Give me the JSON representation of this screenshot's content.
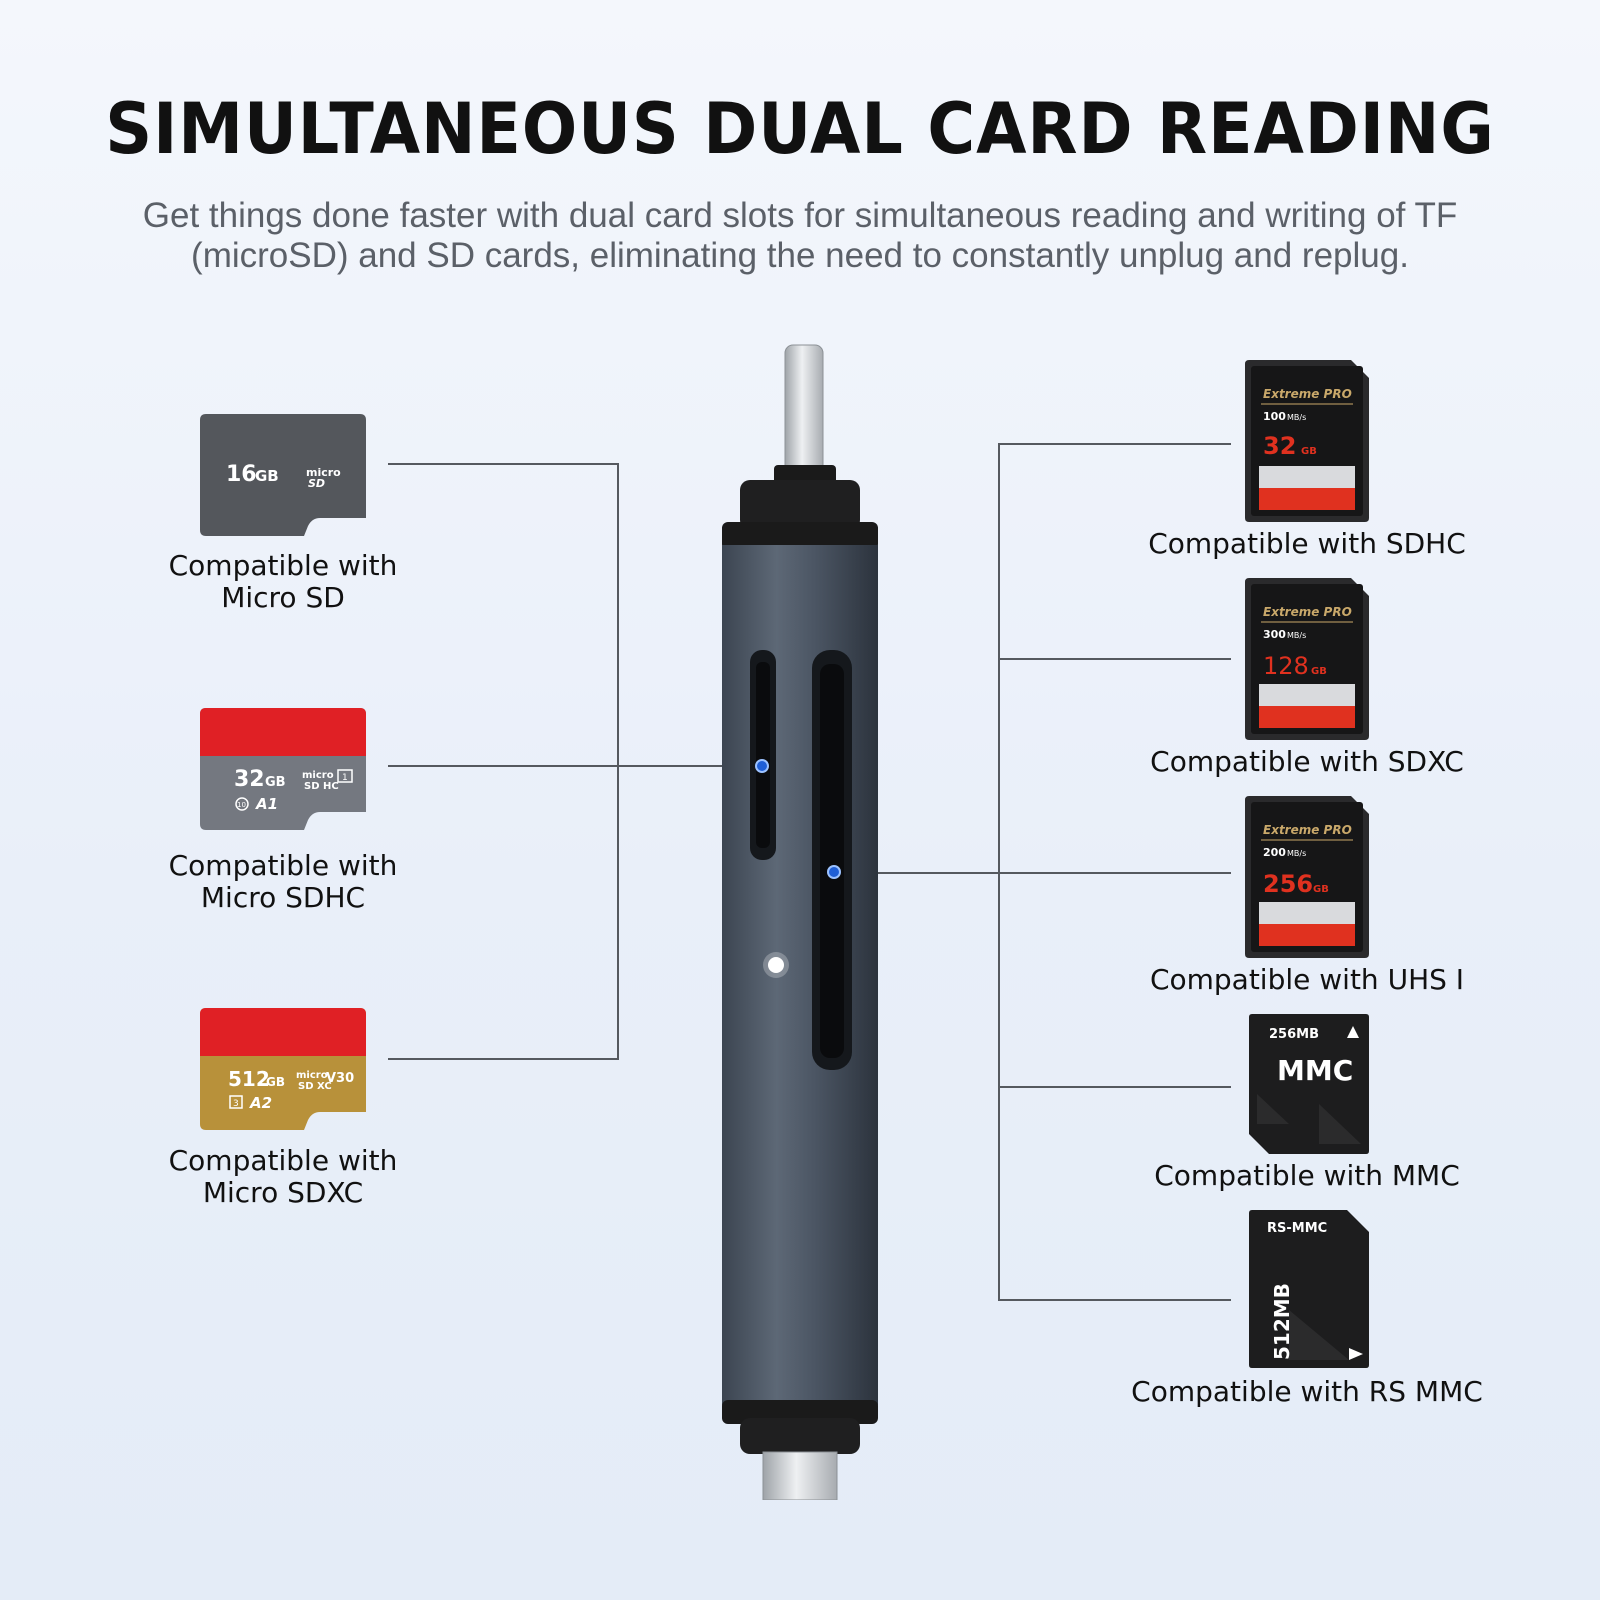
{
  "header": {
    "title": "SIMULTANEOUS DUAL CARD READING",
    "subtitle_line1": "Get things done faster with dual card slots for simultaneous reading and writing of TF",
    "subtitle_line2": "(microSD) and SD cards, eliminating the need to constantly unplug and replug."
  },
  "left_cards": [
    {
      "capacity": "16",
      "unit": "GB",
      "brand": "micro",
      "label_line1": "Compatible with",
      "label_line2": "Micro SD"
    },
    {
      "capacity": "32",
      "unit": "GB",
      "brand": "micro",
      "spec1": "A1",
      "spec2": "10",
      "label_line1": "Compatible with",
      "label_line2": "Micro SDHC"
    },
    {
      "capacity": "512",
      "unit": "GB",
      "brand": "micro",
      "spec1": "A2",
      "spec2": "V30",
      "label_line1": "Compatible with",
      "label_line2": "Micro SDXC"
    }
  ],
  "right_cards": [
    {
      "series": "Extreme PRO",
      "speed": "100",
      "speed_unit": "MB/s",
      "capacity": "32",
      "unit": "GB",
      "label": "Compatible with SDHC"
    },
    {
      "series": "Extreme PRO",
      "speed": "300",
      "speed_unit": "MB/s",
      "capacity": "128",
      "unit": "GB",
      "label": "Compatible with SDXC"
    },
    {
      "series": "Extreme PRO",
      "speed": "200",
      "speed_unit": "MB/s",
      "capacity": "256",
      "unit": "GB",
      "label": "Compatible with UHS I"
    },
    {
      "capacity": "256MB",
      "name": "MMC",
      "label": "Compatible with MMC"
    },
    {
      "capacity": "512MB",
      "name": "RS-MMC",
      "label": "Compatible with RS MMC"
    }
  ],
  "colors": {
    "line": "#55595f",
    "reader_body": "#4a5563",
    "cap": "#1a1a1a",
    "sd_red": "#e0311f",
    "micro_red": "#e02025",
    "micro_gray": "#747880",
    "micro_gold": "#b8913a",
    "dot_blue": "#1f5fd6"
  },
  "icons": [
    "micro-sd-card-icon",
    "sd-card-icon",
    "mmc-card-icon",
    "card-reader-icon"
  ]
}
